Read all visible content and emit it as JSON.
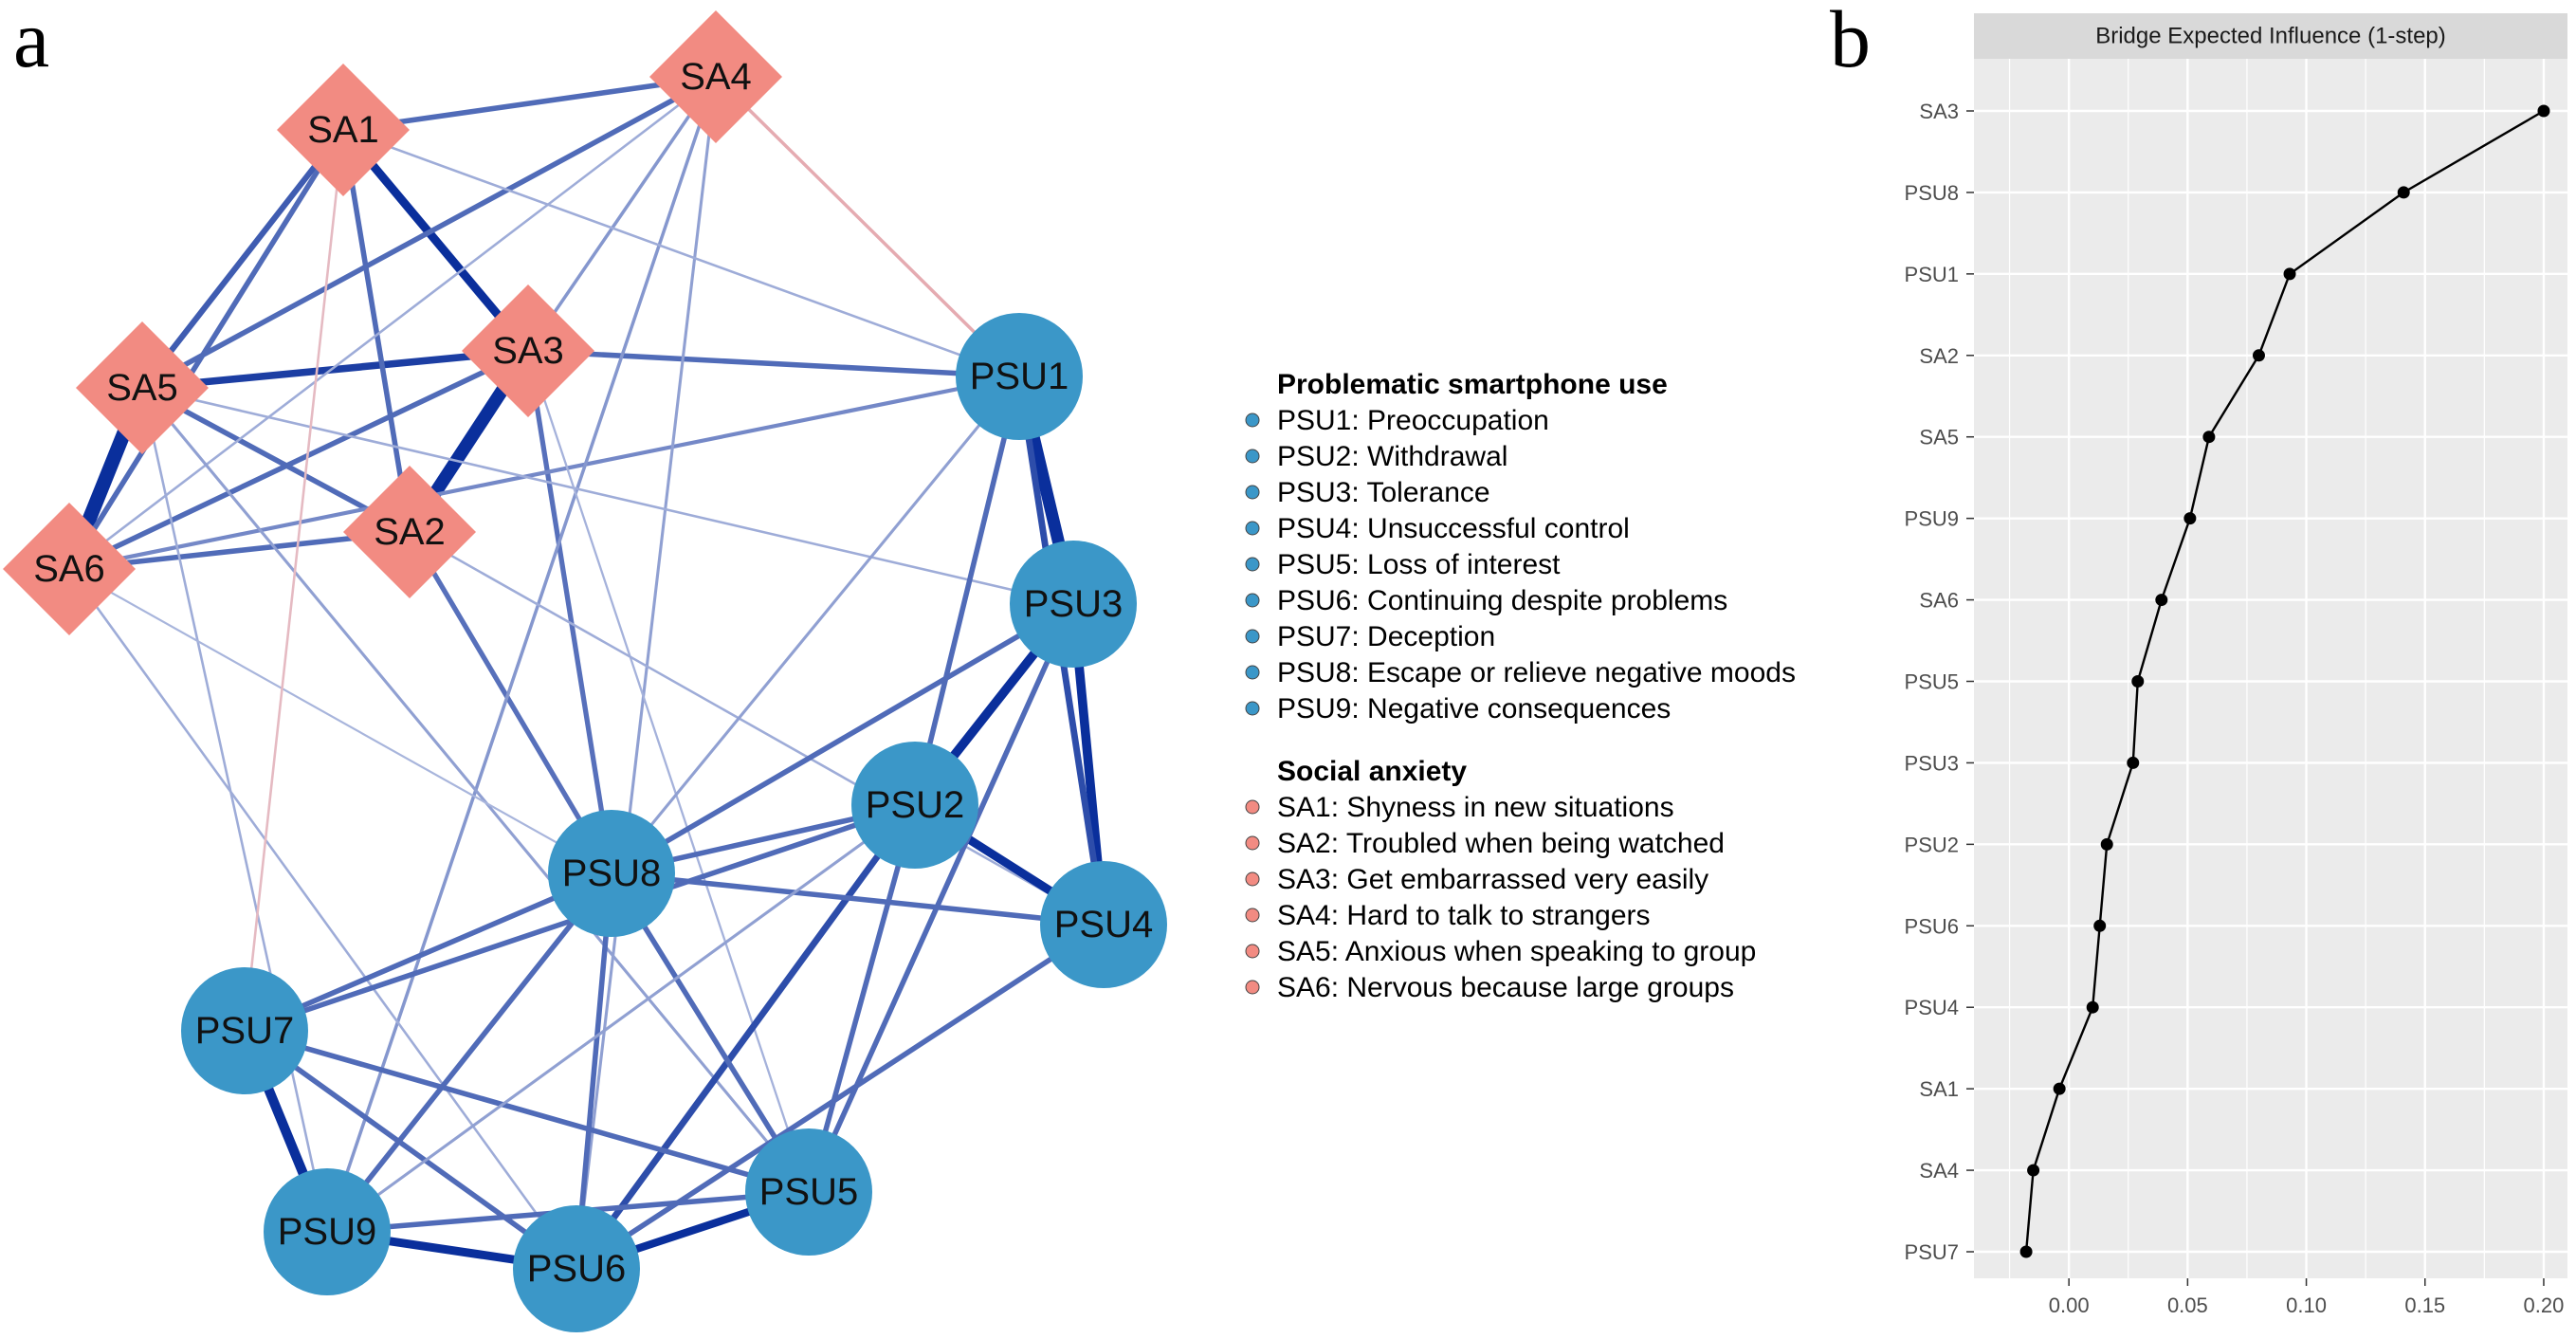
{
  "panels": {
    "a": "a",
    "b": "b"
  },
  "colors": {
    "psu_node": "#3b97c8",
    "sa_node": "#f28b82",
    "positive_edge": "#0a2f9c",
    "negative_edge": "#e35b5b",
    "panel_bg": "#ebebeb",
    "strip_bg": "#d9d9d9",
    "grid": "#ffffff",
    "line": "#000000"
  },
  "network": {
    "nodes": [
      {
        "id": "SA1",
        "group": "sa",
        "shape": "diamond"
      },
      {
        "id": "SA2",
        "group": "sa",
        "shape": "diamond"
      },
      {
        "id": "SA3",
        "group": "sa",
        "shape": "diamond"
      },
      {
        "id": "SA4",
        "group": "sa",
        "shape": "diamond"
      },
      {
        "id": "SA5",
        "group": "sa",
        "shape": "diamond"
      },
      {
        "id": "SA6",
        "group": "sa",
        "shape": "diamond"
      },
      {
        "id": "PSU1",
        "group": "psu",
        "shape": "circle"
      },
      {
        "id": "PSU2",
        "group": "psu",
        "shape": "circle"
      },
      {
        "id": "PSU3",
        "group": "psu",
        "shape": "circle"
      },
      {
        "id": "PSU4",
        "group": "psu",
        "shape": "circle"
      },
      {
        "id": "PSU5",
        "group": "psu",
        "shape": "circle"
      },
      {
        "id": "PSU6",
        "group": "psu",
        "shape": "circle"
      },
      {
        "id": "PSU7",
        "group": "psu",
        "shape": "circle"
      },
      {
        "id": "PSU8",
        "group": "psu",
        "shape": "circle"
      },
      {
        "id": "PSU9",
        "group": "psu",
        "shape": "circle"
      }
    ],
    "edges": [
      {
        "from": "SA5",
        "to": "SA6",
        "weight": 1.0,
        "sign": "positive"
      },
      {
        "from": "SA3",
        "to": "SA2",
        "weight": 0.9,
        "sign": "positive"
      },
      {
        "from": "SA1",
        "to": "SA3",
        "weight": 0.55,
        "sign": "positive"
      },
      {
        "from": "SA5",
        "to": "SA3",
        "weight": 0.45,
        "sign": "positive"
      },
      {
        "from": "SA1",
        "to": "SA5",
        "weight": 0.35,
        "sign": "positive"
      },
      {
        "from": "SA1",
        "to": "SA6",
        "weight": 0.3,
        "sign": "positive"
      },
      {
        "from": "SA1",
        "to": "SA4",
        "weight": 0.3,
        "sign": "positive"
      },
      {
        "from": "SA1",
        "to": "SA2",
        "weight": 0.3,
        "sign": "positive"
      },
      {
        "from": "SA4",
        "to": "SA5",
        "weight": 0.3,
        "sign": "positive"
      },
      {
        "from": "SA5",
        "to": "SA2",
        "weight": 0.3,
        "sign": "positive"
      },
      {
        "from": "SA3",
        "to": "SA6",
        "weight": 0.3,
        "sign": "positive"
      },
      {
        "from": "SA2",
        "to": "SA6",
        "weight": 0.3,
        "sign": "positive"
      },
      {
        "from": "SA3",
        "to": "PSU1",
        "weight": 0.3,
        "sign": "positive"
      },
      {
        "from": "SA3",
        "to": "PSU8",
        "weight": 0.28,
        "sign": "positive"
      },
      {
        "from": "SA2",
        "to": "PSU8",
        "weight": 0.28,
        "sign": "positive"
      },
      {
        "from": "SA6",
        "to": "PSU1",
        "weight": 0.2,
        "sign": "positive"
      },
      {
        "from": "SA4",
        "to": "SA3",
        "weight": 0.15,
        "sign": "positive"
      },
      {
        "from": "SA4",
        "to": "PSU9",
        "weight": 0.15,
        "sign": "positive"
      },
      {
        "from": "SA4",
        "to": "PSU6",
        "weight": 0.12,
        "sign": "positive"
      },
      {
        "from": "SA4",
        "to": "SA6",
        "weight": 0.08,
        "sign": "positive"
      },
      {
        "from": "SA1",
        "to": "PSU1",
        "weight": 0.08,
        "sign": "positive"
      },
      {
        "from": "SA5",
        "to": "PSU3",
        "weight": 0.08,
        "sign": "positive"
      },
      {
        "from": "SA5",
        "to": "PSU5",
        "weight": 0.12,
        "sign": "positive"
      },
      {
        "from": "SA5",
        "to": "PSU9",
        "weight": 0.08,
        "sign": "positive"
      },
      {
        "from": "SA6",
        "to": "PSU6",
        "weight": 0.08,
        "sign": "positive"
      },
      {
        "from": "SA6",
        "to": "PSU8",
        "weight": 0.05,
        "sign": "positive"
      },
      {
        "from": "SA3",
        "to": "PSU5",
        "weight": 0.06,
        "sign": "positive"
      },
      {
        "from": "SA2",
        "to": "PSU4",
        "weight": 0.08,
        "sign": "positive"
      },
      {
        "from": "SA4",
        "to": "PSU1",
        "weight": 0.15,
        "sign": "negative"
      },
      {
        "from": "SA1",
        "to": "PSU7",
        "weight": 0.08,
        "sign": "negative"
      },
      {
        "from": "PSU1",
        "to": "PSU3",
        "weight": 0.85,
        "sign": "positive"
      },
      {
        "from": "PSU3",
        "to": "PSU4",
        "weight": 0.6,
        "sign": "positive"
      },
      {
        "from": "PSU3",
        "to": "PSU2",
        "weight": 0.6,
        "sign": "positive"
      },
      {
        "from": "PSU2",
        "to": "PSU4",
        "weight": 0.55,
        "sign": "positive"
      },
      {
        "from": "PSU7",
        "to": "PSU9",
        "weight": 0.65,
        "sign": "positive"
      },
      {
        "from": "PSU9",
        "to": "PSU6",
        "weight": 0.55,
        "sign": "positive"
      },
      {
        "from": "PSU6",
        "to": "PSU5",
        "weight": 0.5,
        "sign": "positive"
      },
      {
        "from": "PSU1",
        "to": "PSU4",
        "weight": 0.4,
        "sign": "positive"
      },
      {
        "from": "PSU2",
        "to": "PSU6",
        "weight": 0.4,
        "sign": "positive"
      },
      {
        "from": "PSU1",
        "to": "PSU2",
        "weight": 0.3,
        "sign": "positive"
      },
      {
        "from": "PSU3",
        "to": "PSU8",
        "weight": 0.3,
        "sign": "positive"
      },
      {
        "from": "PSU2",
        "to": "PSU8",
        "weight": 0.3,
        "sign": "positive"
      },
      {
        "from": "PSU8",
        "to": "PSU4",
        "weight": 0.3,
        "sign": "positive"
      },
      {
        "from": "PSU8",
        "to": "PSU7",
        "weight": 0.3,
        "sign": "positive"
      },
      {
        "from": "PSU8",
        "to": "PSU9",
        "weight": 0.3,
        "sign": "positive"
      },
      {
        "from": "PSU8",
        "to": "PSU6",
        "weight": 0.3,
        "sign": "positive"
      },
      {
        "from": "PSU8",
        "to": "PSU5",
        "weight": 0.3,
        "sign": "positive"
      },
      {
        "from": "PSU2",
        "to": "PSU7",
        "weight": 0.3,
        "sign": "positive"
      },
      {
        "from": "PSU2",
        "to": "PSU5",
        "weight": 0.3,
        "sign": "positive"
      },
      {
        "from": "PSU3",
        "to": "PSU5",
        "weight": 0.3,
        "sign": "positive"
      },
      {
        "from": "PSU4",
        "to": "PSU6",
        "weight": 0.3,
        "sign": "positive"
      },
      {
        "from": "PSU7",
        "to": "PSU5",
        "weight": 0.3,
        "sign": "positive"
      },
      {
        "from": "PSU7",
        "to": "PSU6",
        "weight": 0.3,
        "sign": "positive"
      },
      {
        "from": "PSU9",
        "to": "PSU5",
        "weight": 0.3,
        "sign": "positive"
      },
      {
        "from": "PSU1",
        "to": "PSU8",
        "weight": 0.12,
        "sign": "positive"
      },
      {
        "from": "PSU2",
        "to": "PSU9",
        "weight": 0.12,
        "sign": "positive"
      }
    ]
  },
  "legend": {
    "groups": [
      {
        "title": "Problematic smartphone use",
        "group": "psu",
        "items": [
          "PSU1: Preoccupation",
          "PSU2: Withdrawal",
          "PSU3: Tolerance",
          "PSU4: Unsuccessful control",
          "PSU5: Loss of interest",
          "PSU6: Continuing despite problems",
          "PSU7: Deception",
          "PSU8: Escape or relieve negative moods",
          "PSU9: Negative consequences"
        ]
      },
      {
        "title": "Social anxiety",
        "group": "sa",
        "items": [
          "SA1: Shyness in new situations",
          "SA2: Troubled when being watched",
          "SA3: Get embarrassed very easily",
          "SA4: Hard to talk to strangers",
          "SA5: Anxious when speaking to group",
          "SA6: Nervous because large groups"
        ]
      }
    ]
  },
  "chart_data": {
    "type": "line",
    "title": "Bridge Expected Influence (1-step)",
    "categories": [
      "SA3",
      "PSU8",
      "PSU1",
      "SA2",
      "SA5",
      "PSU9",
      "SA6",
      "PSU5",
      "PSU3",
      "PSU2",
      "PSU6",
      "PSU4",
      "SA1",
      "SA4",
      "PSU7"
    ],
    "values": [
      0.2,
      0.141,
      0.093,
      0.08,
      0.059,
      0.051,
      0.039,
      0.029,
      0.027,
      0.016,
      0.013,
      0.01,
      -0.004,
      -0.015,
      -0.018
    ],
    "xlim": [
      -0.04,
      0.21
    ],
    "xticks": [
      0.0,
      0.05,
      0.1,
      0.15,
      0.2
    ],
    "xtick_labels": [
      "0.00",
      "0.05",
      "0.10",
      "0.15",
      "0.20"
    ],
    "xlabel": "",
    "ylabel": "",
    "grid": true,
    "legend": "none"
  }
}
